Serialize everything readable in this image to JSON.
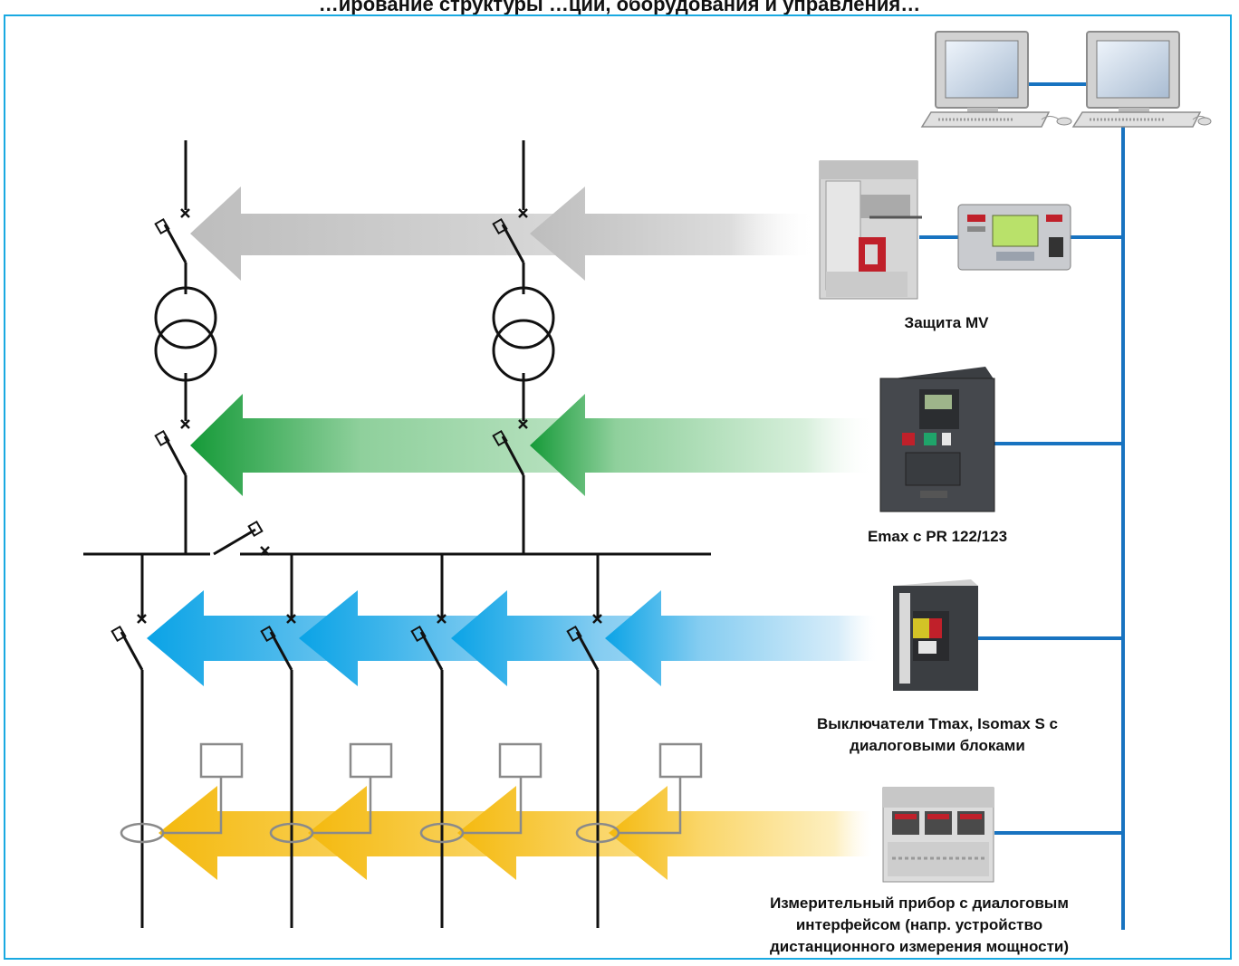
{
  "title": "…ирование структуры …ции, оборудования и управления…",
  "devices": {
    "mv_protection": {
      "label": "Защита MV"
    },
    "emax": {
      "label": "Emax с PR 122/123"
    },
    "tmax": {
      "label_line1": "Выключатели Tmax, Isomax S с",
      "label_line2": "диалоговыми блоками"
    },
    "meter": {
      "label_line1": "Измерительный прибор с диалоговым",
      "label_line2": "интерфейсом (напр. устройство",
      "label_line3": "дистанционного измерения мощности)"
    }
  },
  "colors": {
    "frame": "#19a9e1",
    "bus": "#1873c0",
    "arrow_gray": "#b8b8b8",
    "arrow_green": "#1e9a3c",
    "arrow_blue": "#12a8e8",
    "arrow_yellow": "#f6c21d",
    "line": "#111111"
  },
  "icons": [
    "computer-icon",
    "mv-panel-icon",
    "relay-icon",
    "emax-breaker-icon",
    "tmax-breaker-icon",
    "meter-icon",
    "transformer-icon",
    "switch-icon",
    "current-transformer-icon"
  ]
}
